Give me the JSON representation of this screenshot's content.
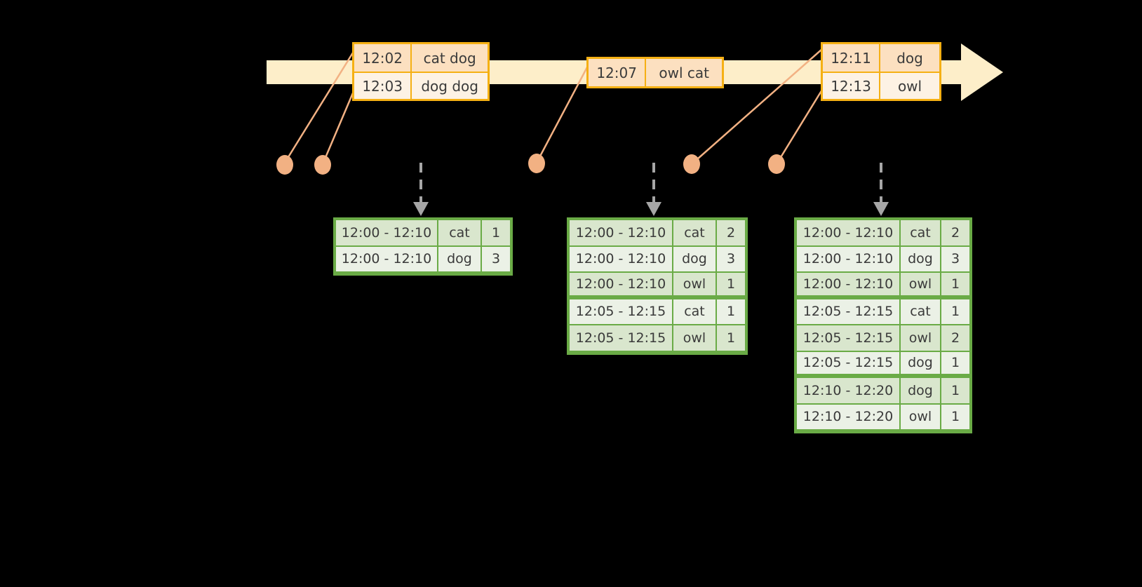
{
  "timeline": {
    "arrow_color": "#fdeec9",
    "accent_color": "#f5b014",
    "dot_color": "#f2b183",
    "events": [
      {
        "group_name": "events-group-1",
        "rows": [
          {
            "time": "12:02",
            "words": "cat dog"
          },
          {
            "time": "12:03",
            "words": "dog dog"
          }
        ]
      },
      {
        "group_name": "events-group-2",
        "rows": [
          {
            "time": "12:07",
            "words": "owl cat"
          }
        ]
      },
      {
        "group_name": "events-group-3",
        "rows": [
          {
            "time": "12:11",
            "words": "dog"
          },
          {
            "time": "12:13",
            "words": "owl"
          }
        ]
      }
    ]
  },
  "tables": [
    {
      "table_name": "window-results-table-1",
      "border_color": "#6aab46",
      "rows": [
        {
          "range": "12:00 - 12:10",
          "word": "cat",
          "count": "1",
          "group": 0
        },
        {
          "range": "12:00 - 12:10",
          "word": "dog",
          "count": "3",
          "group": 0
        }
      ]
    },
    {
      "table_name": "window-results-table-2",
      "border_color": "#6aab46",
      "rows": [
        {
          "range": "12:00 - 12:10",
          "word": "cat",
          "count": "2",
          "group": 0
        },
        {
          "range": "12:00 - 12:10",
          "word": "dog",
          "count": "3",
          "group": 0
        },
        {
          "range": "12:00 - 12:10",
          "word": "owl",
          "count": "1",
          "group": 0
        },
        {
          "range": "12:05 - 12:15",
          "word": "cat",
          "count": "1",
          "group": 1
        },
        {
          "range": "12:05 - 12:15",
          "word": "owl",
          "count": "1",
          "group": 1
        }
      ]
    },
    {
      "table_name": "window-results-table-3",
      "border_color": "#6aab46",
      "rows": [
        {
          "range": "12:00 - 12:10",
          "word": "cat",
          "count": "2",
          "group": 0
        },
        {
          "range": "12:00 - 12:10",
          "word": "dog",
          "count": "3",
          "group": 0
        },
        {
          "range": "12:00 - 12:10",
          "word": "owl",
          "count": "1",
          "group": 0
        },
        {
          "range": "12:05 - 12:15",
          "word": "cat",
          "count": "1",
          "group": 1
        },
        {
          "range": "12:05 - 12:15",
          "word": "owl",
          "count": "2",
          "group": 1
        },
        {
          "range": "12:05 - 12:15",
          "word": "dog",
          "count": "1",
          "group": 1
        },
        {
          "range": "12:10 - 12:20",
          "word": "dog",
          "count": "1",
          "group": 2
        },
        {
          "range": "12:10 - 12:20",
          "word": "owl",
          "count": "1",
          "group": 2
        }
      ]
    }
  ]
}
